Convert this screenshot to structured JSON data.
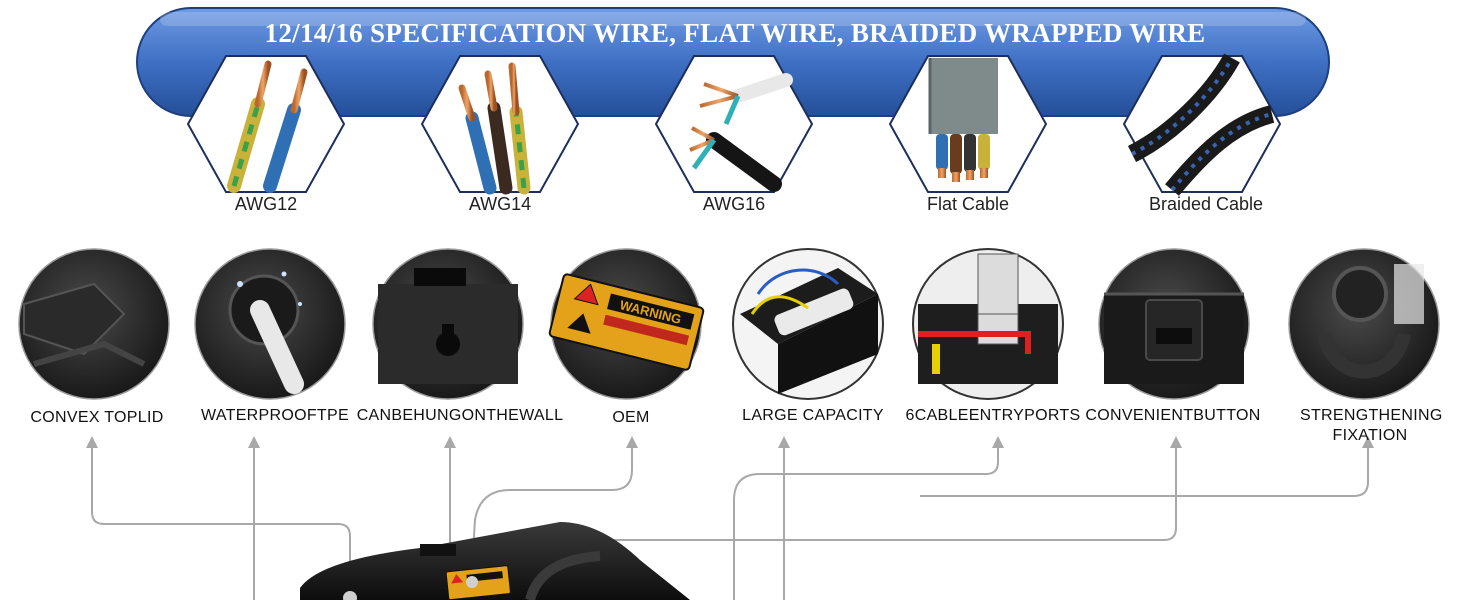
{
  "banner": {
    "title": "12/14/16 SPECIFICATION WIRE, FLAT WIRE, BRAIDED WRAPPED WIRE",
    "color": "#3f70c4"
  },
  "wires": [
    {
      "label": "AWG12",
      "icon": "two-core-wire-icon"
    },
    {
      "label": "AWG14",
      "icon": "three-core-wire-icon"
    },
    {
      "label": "AWG16",
      "icon": "stripped-cable-icon"
    },
    {
      "label": "Flat Cable",
      "icon": "flat-cable-icon"
    },
    {
      "label": "Braided Cable",
      "icon": "braided-cable-icon"
    }
  ],
  "features": [
    {
      "label": "CONVEX TOPLID",
      "icon": "convex-lid-icon"
    },
    {
      "label": "WATERPROOFTPE",
      "icon": "waterproof-grommet-icon"
    },
    {
      "label": "CANBEHUNGONTHEWALL",
      "icon": "wall-hanging-slot-icon"
    },
    {
      "label": "OEM",
      "icon": "warning-label-icon"
    },
    {
      "label": "LARGE CAPACITY",
      "icon": "open-box-icon"
    },
    {
      "label": "6CABLEENTRYPORTS",
      "icon": "cable-ports-icon"
    },
    {
      "label": "CONVENIENTBUTTON",
      "icon": "latch-button-icon"
    },
    {
      "label": "STRENGTHENING FIXATION",
      "icon": "fixation-screw-icon"
    }
  ],
  "product": {
    "warning_text": "WARNING",
    "badge_color": "#e3a21a"
  }
}
